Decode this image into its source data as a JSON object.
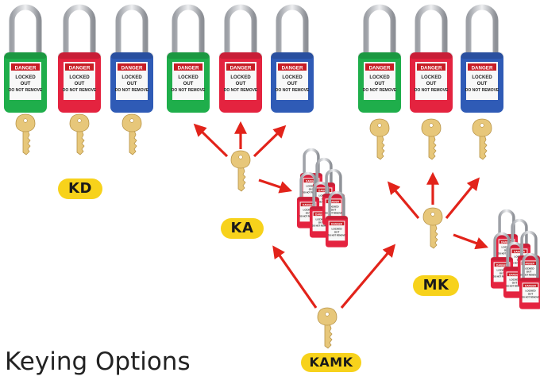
{
  "caption": "Keying Options",
  "groups": [
    {
      "id": "kd",
      "label": "KD"
    },
    {
      "id": "ka",
      "label": "KA"
    },
    {
      "id": "mk",
      "label": "MK"
    },
    {
      "id": "kamk",
      "label": "KAMK"
    }
  ],
  "padlock_tag": {
    "header": "DANGER",
    "lines": [
      "LOCKED",
      "OUT",
      "DO NOT REMOVE"
    ]
  },
  "colors": {
    "green": "#1fae4b",
    "red": "#e4233f",
    "blue": "#2f5bb6",
    "shackle": "#c2c4c8",
    "key": "#e7c77a",
    "arrow": "#e2231a",
    "pill": "#f7d21b"
  }
}
